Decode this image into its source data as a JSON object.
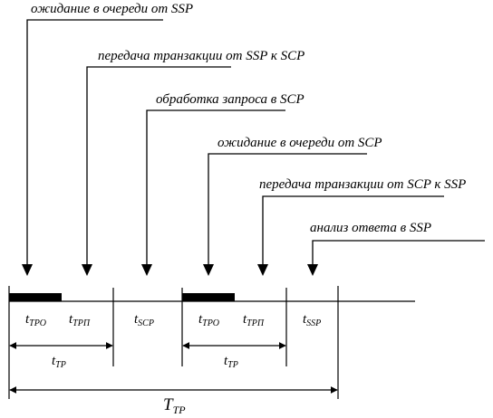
{
  "stages": [
    {
      "label": "ожидание в очереди от SSP"
    },
    {
      "label": "передача транзакции от SSP к SCP"
    },
    {
      "label": "обработка запроса в SCP"
    },
    {
      "label": "ожидание в очереди от SCP"
    },
    {
      "label": "передача транзакции от SCP к SSP"
    },
    {
      "label": "анализ ответа в SSP"
    }
  ],
  "segments": [
    {
      "base": "t",
      "sub": "ТРО"
    },
    {
      "base": "t",
      "sub": "ТРП"
    },
    {
      "base": "t",
      "sub": "SCP"
    },
    {
      "base": "t",
      "sub": "ТРО"
    },
    {
      "base": "t",
      "sub": "ТРП"
    },
    {
      "base": "t",
      "sub": "SSP"
    }
  ],
  "spans": [
    {
      "base": "t",
      "sub": "ТР"
    },
    {
      "base": "t",
      "sub": "ТР"
    }
  ],
  "total": {
    "base": "T",
    "sub": "ТР"
  }
}
